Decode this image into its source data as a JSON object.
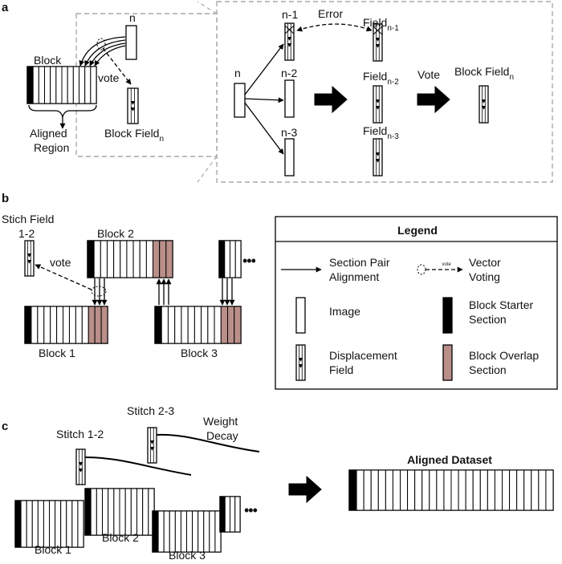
{
  "panels": {
    "a": "a",
    "b": "b",
    "c": "c"
  },
  "panel_a": {
    "block_label": "Block",
    "aligned_region": [
      "Aligned",
      "Region"
    ],
    "n_label": "n",
    "vote_label": "vote",
    "block_field_label": "Block Field",
    "block_field_sub": "n",
    "inset": {
      "n_label": "n",
      "n1_label": "n-1",
      "n2_label": "n-2",
      "n3_label": "n-3",
      "error_label": "Error",
      "field_label": "Field",
      "field_subs": [
        "n-1",
        "n-2",
        "n-3"
      ],
      "vote_label": "Vote",
      "block_field_label": "Block Field",
      "block_field_sub": "n"
    }
  },
  "panel_b": {
    "stich_field": [
      "Stich Field",
      "1-2"
    ],
    "vote_label": "vote",
    "block_labels": [
      "Block 1",
      "Block 2",
      "Block 3"
    ],
    "ellipsis": "•••",
    "legend": {
      "title": "Legend",
      "items": [
        {
          "lines": [
            "Section Pair",
            "Alignment"
          ],
          "icon": "arrow-icon"
        },
        {
          "lines": [
            "Vector",
            "Voting"
          ],
          "icon": "vector-vote-icon",
          "icon_text": "vote"
        },
        {
          "lines": [
            "Image"
          ],
          "icon": "image-section-icon"
        },
        {
          "lines": [
            "Block Starter",
            "Section"
          ],
          "icon": "block-starter-icon"
        },
        {
          "lines": [
            "Displacement",
            "Field"
          ],
          "icon": "displacement-field-icon"
        },
        {
          "lines": [
            "Block Overlap",
            "Section"
          ],
          "icon": "block-overlap-icon"
        }
      ]
    }
  },
  "panel_c": {
    "stitch_labels": [
      "Stitch 1-2",
      "Stitch 2-3"
    ],
    "weight_decay": [
      "Weight",
      "Decay"
    ],
    "aligned_dataset": "Aligned Dataset",
    "block_labels": [
      "Block 1",
      "Block 2",
      "Block 3"
    ],
    "ellipsis": "•••"
  },
  "colors": {
    "overlap": "#ba8f8a",
    "starter": "#000000",
    "stroke": "#000000",
    "dashed_box": "#aaaaaa"
  }
}
